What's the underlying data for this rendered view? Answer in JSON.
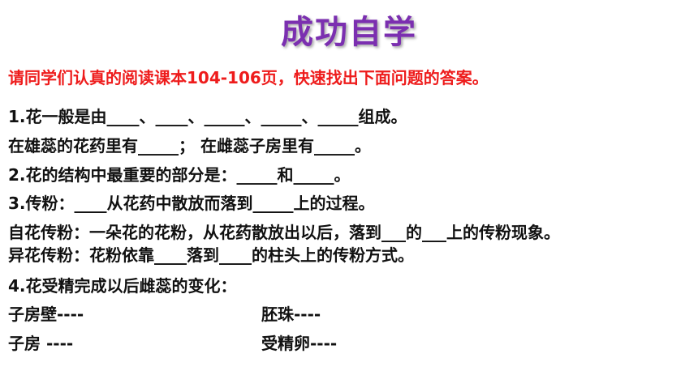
{
  "title": "成功自学",
  "instruction": "请同学们认真的阅读课本104-106页，快速找出下面问题的答案。",
  "questions": {
    "q1": "1.花一般是由____、____、_____、_____、_____组成。",
    "q1_sub": "在雄蕊的花药里有_____； 在雌蕊子房里有_____。",
    "q2": "2.花的结构中最重要的部分是：_____和_____。",
    "q3": "3.传粉：____从花药中散放而落到_____上的过程。",
    "q3_self": "自花传粉：一朵花的花粉，从花药散放出以后，落到___的___上的传粉现象。",
    "q3_cross": "异花传粉：花粉依靠____落到____的柱头上的传粉方式。",
    "q4": "4.花受精完成以后雌蕊的变化："
  },
  "changes": {
    "ovary_wall": "子房壁----",
    "ovule": "胚珠----",
    "ovary": "子房 ----",
    "fertilized_egg": "受精卵----"
  },
  "colors": {
    "title": "#7b2fb0",
    "instruction": "#ee1c1c",
    "body_text": "#111111"
  }
}
